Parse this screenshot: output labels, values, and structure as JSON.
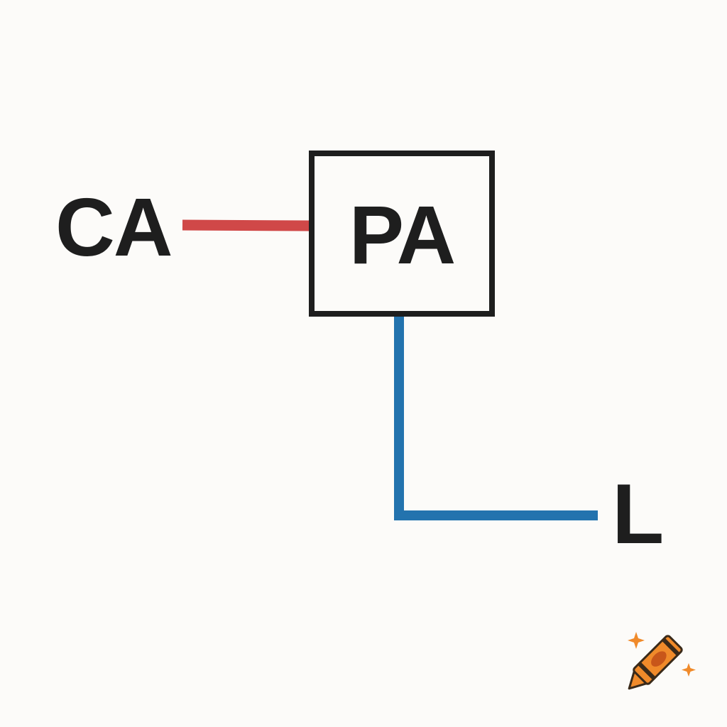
{
  "diagram": {
    "nodes": {
      "ca": {
        "label": "CA"
      },
      "pa": {
        "label": "PA"
      },
      "l": {
        "label": "L"
      }
    },
    "edges": [
      {
        "from": "CA",
        "to": "PA",
        "color": "#d04848"
      },
      {
        "from": "PA",
        "to": "L",
        "color": "#2373ae"
      }
    ],
    "colors": {
      "text": "#1e1e1e",
      "background": "#fcfbf9",
      "box_border": "#1e1e1e"
    },
    "logo": {
      "icon": "crayon-icon",
      "color": "#f08a2a"
    }
  }
}
